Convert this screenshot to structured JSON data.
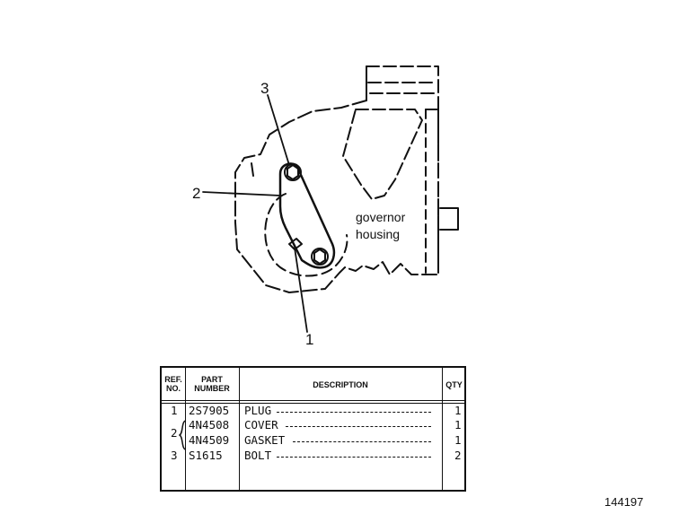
{
  "labels": {
    "governor_housing_line1": "governor",
    "governor_housing_line2": "housing"
  },
  "callouts": [
    "3",
    "2",
    "1"
  ],
  "table": {
    "headers": {
      "ref_line1": "REF.",
      "ref_line2": "NO.",
      "part_line1": "PART",
      "part_line2": "NUMBER",
      "description": "DESCRIPTION",
      "qty": "QTY"
    },
    "rows": [
      {
        "ref": "1",
        "part": "2S7905",
        "description": "PLUG",
        "qty": "1"
      },
      {
        "ref": "",
        "part": "4N4508",
        "description": "COVER",
        "qty": "1"
      },
      {
        "ref": "",
        "part": "4N4509",
        "description": "GASKET",
        "qty": "1"
      },
      {
        "ref": "3",
        "part": "S1615",
        "description": "BOLT",
        "qty": "2"
      }
    ],
    "group_ref": "2"
  },
  "figure_number": "144197"
}
